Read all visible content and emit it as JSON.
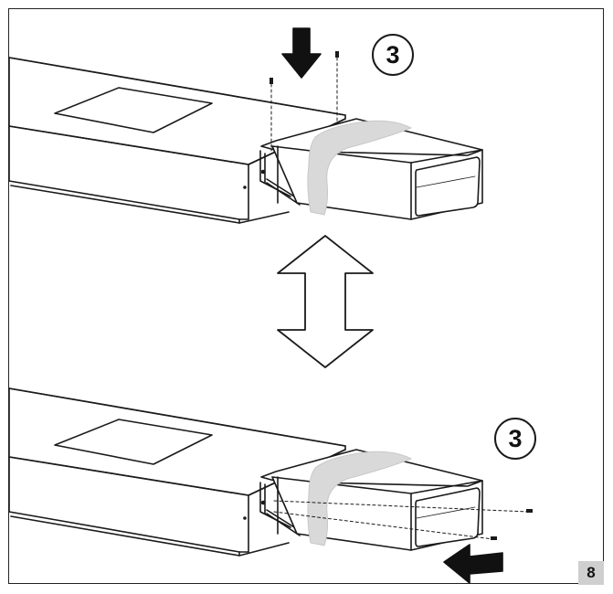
{
  "step_top": {
    "label": "3"
  },
  "step_bottom": {
    "label": "3"
  },
  "page_number": "8",
  "colors": {
    "line": "#1a1a1a",
    "tape": "#d9d9d9",
    "badge_bg": "#cfcfcf"
  },
  "icons": {
    "top_arrow": "arrow-down-icon",
    "bottom_arrow": "arrow-left-icon",
    "swap_arrow": "double-arrow-vertical-icon"
  }
}
